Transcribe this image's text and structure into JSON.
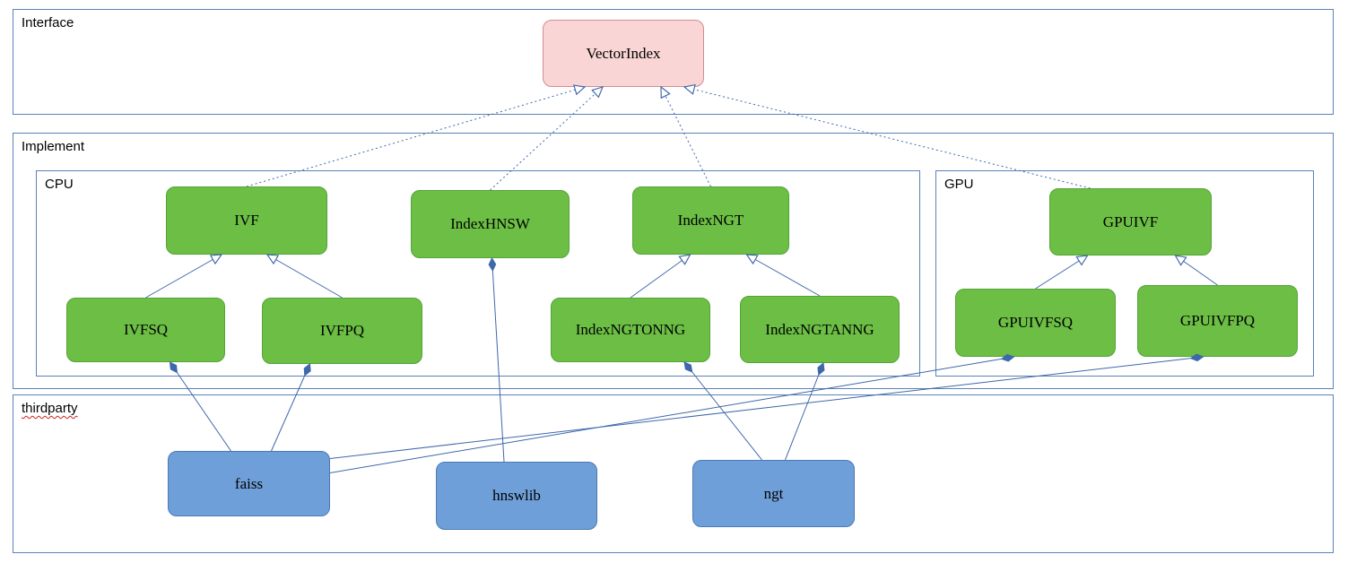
{
  "diagram": {
    "containers": [
      {
        "id": "interface",
        "label": "Interface"
      },
      {
        "id": "implement",
        "label": "Implement"
      },
      {
        "id": "cpu",
        "label": "CPU"
      },
      {
        "id": "gpu",
        "label": "GPU"
      },
      {
        "id": "thirdparty",
        "label": "thirdparty"
      }
    ],
    "nodes": [
      {
        "id": "vectorindex",
        "label": "VectorIndex",
        "kind": "interface"
      },
      {
        "id": "ivf",
        "label": "IVF",
        "kind": "class"
      },
      {
        "id": "indexhnsw",
        "label": "IndexHNSW",
        "kind": "class"
      },
      {
        "id": "indexngt",
        "label": "IndexNGT",
        "kind": "class"
      },
      {
        "id": "gpuivf",
        "label": "GPUIVF",
        "kind": "class"
      },
      {
        "id": "ivfsq",
        "label": "IVFSQ",
        "kind": "class"
      },
      {
        "id": "ivfpq",
        "label": "IVFPQ",
        "kind": "class"
      },
      {
        "id": "indexngtonng",
        "label": "IndexNGTONNG",
        "kind": "class"
      },
      {
        "id": "indexngtanng",
        "label": "IndexNGTANNG",
        "kind": "class"
      },
      {
        "id": "gpuivfsq",
        "label": "GPUIVFSQ",
        "kind": "class"
      },
      {
        "id": "gpuivfpq",
        "label": "GPUIVFPQ",
        "kind": "class"
      },
      {
        "id": "faiss",
        "label": "faiss",
        "kind": "library"
      },
      {
        "id": "hnswlib",
        "label": "hnswlib",
        "kind": "library"
      },
      {
        "id": "ngt",
        "label": "ngt",
        "kind": "library"
      }
    ],
    "edges": [
      {
        "from": "ivf",
        "to": "vectorindex",
        "type": "realization",
        "fromAnchor": {
          "side": "top",
          "o": 0
        },
        "toAnchor": {
          "side": "bottom",
          "o": -43
        }
      },
      {
        "from": "indexhnsw",
        "to": "vectorindex",
        "type": "realization",
        "fromAnchor": {
          "side": "top",
          "o": 0
        },
        "toAnchor": {
          "side": "bottom",
          "o": -23
        }
      },
      {
        "from": "indexngt",
        "to": "vectorindex",
        "type": "realization",
        "fromAnchor": {
          "side": "top",
          "o": 0
        },
        "toAnchor": {
          "side": "bottom",
          "o": 42
        }
      },
      {
        "from": "gpuivf",
        "to": "vectorindex",
        "type": "realization",
        "fromAnchor": {
          "side": "top",
          "o": -45
        },
        "toAnchor": {
          "side": "bottom",
          "o": 68
        }
      },
      {
        "from": "ivfsq",
        "to": "ivf",
        "type": "inheritance",
        "fromAnchor": {
          "side": "top",
          "o": 0
        },
        "toAnchor": {
          "side": "bottom",
          "o": -28
        }
      },
      {
        "from": "ivfpq",
        "to": "ivf",
        "type": "inheritance",
        "fromAnchor": {
          "side": "top",
          "o": 0
        },
        "toAnchor": {
          "side": "bottom",
          "o": 23
        }
      },
      {
        "from": "indexngtonng",
        "to": "indexngt",
        "type": "inheritance",
        "fromAnchor": {
          "side": "top",
          "o": 0
        },
        "toAnchor": {
          "side": "bottom",
          "o": -23
        }
      },
      {
        "from": "indexngtanng",
        "to": "indexngt",
        "type": "inheritance",
        "fromAnchor": {
          "side": "top",
          "o": 0
        },
        "toAnchor": {
          "side": "bottom",
          "o": 40
        }
      },
      {
        "from": "gpuivfsq",
        "to": "gpuivf",
        "type": "inheritance",
        "fromAnchor": {
          "side": "top",
          "o": 0
        },
        "toAnchor": {
          "side": "bottom",
          "o": -48
        }
      },
      {
        "from": "gpuivfpq",
        "to": "gpuivf",
        "type": "inheritance",
        "fromAnchor": {
          "side": "top",
          "o": 0
        },
        "toAnchor": {
          "side": "bottom",
          "o": 50
        }
      },
      {
        "from": "faiss",
        "to": "ivfsq",
        "type": "composition",
        "fromAnchor": {
          "side": "top",
          "o": -20
        },
        "toAnchor": {
          "side": "bottom",
          "o": 27
        }
      },
      {
        "from": "faiss",
        "to": "ivfpq",
        "type": "composition",
        "fromAnchor": {
          "side": "top",
          "o": 25
        },
        "toAnchor": {
          "side": "bottom",
          "o": -36
        }
      },
      {
        "from": "faiss",
        "to": "gpuivfsq",
        "type": "composition",
        "fromAnchor": {
          "side": "right",
          "o": -12
        },
        "toAnchor": {
          "side": "bottom",
          "o": -24
        }
      },
      {
        "from": "faiss",
        "to": "gpuivfpq",
        "type": "composition",
        "fromAnchor": {
          "side": "right",
          "o": -28
        },
        "toAnchor": {
          "side": "bottom",
          "o": -16
        }
      },
      {
        "from": "hnswlib",
        "to": "indexhnsw",
        "type": "composition",
        "fromAnchor": {
          "side": "top",
          "o": -14
        },
        "toAnchor": {
          "side": "bottom",
          "o": 2
        }
      },
      {
        "from": "ngt",
        "to": "indexngtonng",
        "type": "composition",
        "fromAnchor": {
          "side": "top",
          "o": -13
        },
        "toAnchor": {
          "side": "bottom",
          "o": 60
        }
      },
      {
        "from": "ngt",
        "to": "indexngtanng",
        "type": "composition",
        "fromAnchor": {
          "side": "top",
          "o": 13
        },
        "toAnchor": {
          "side": "bottom",
          "o": 4
        }
      }
    ],
    "colors": {
      "interface_fill": "#f9d5d5",
      "interface_border": "#d48c8c",
      "class_fill": "#6cbe45",
      "class_border": "#54a437",
      "library_fill": "#6f9fd8",
      "library_border": "#4a7ab5",
      "container_border": "#5b82b5",
      "edge": "#3f68ab"
    }
  }
}
